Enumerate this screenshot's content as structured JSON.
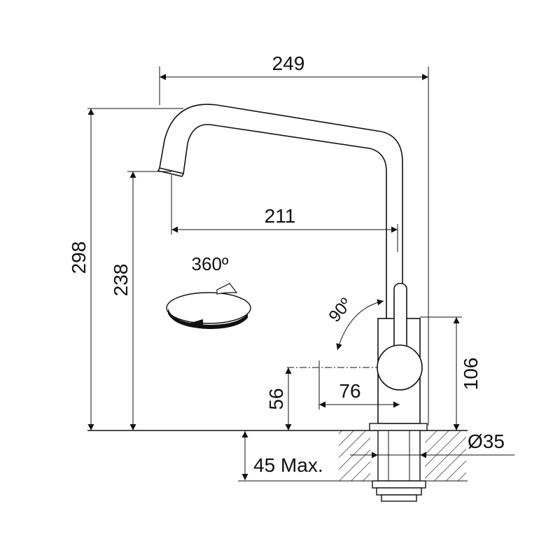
{
  "drawing": {
    "dimensions": {
      "total_width": "249",
      "total_height": "298",
      "spout_clearance": "238",
      "spout_reach": "211",
      "rotation": "360º",
      "lever_angle": "90º",
      "lever_offset": "76",
      "lever_height": "56",
      "body_height": "106",
      "hole_diameter": "Ø35",
      "counter_thickness": "45 Max."
    },
    "colors": {
      "line": "#111111",
      "hatch": "#444444",
      "background": "#ffffff"
    },
    "icons": {
      "rotation_arrow": "circular-rotation-arrow-icon"
    }
  }
}
